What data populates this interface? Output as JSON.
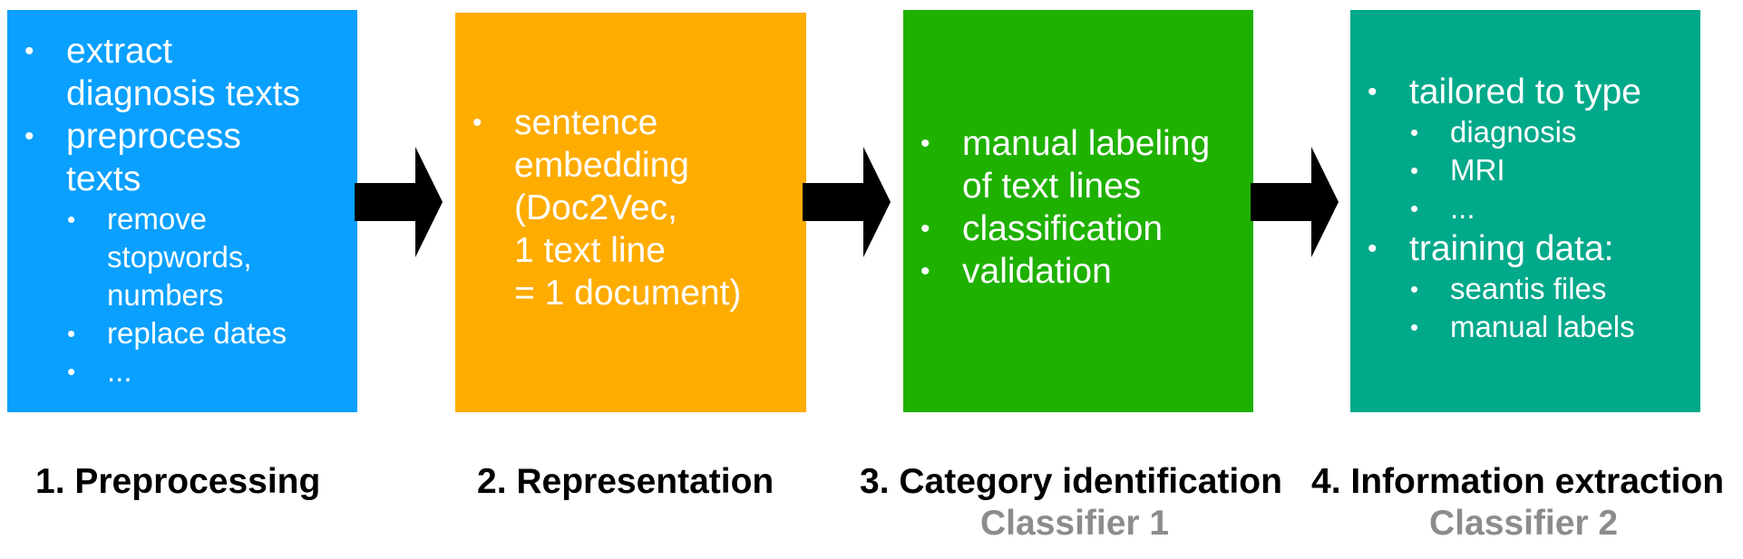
{
  "colors": {
    "preprocessing": "#0aa0ff",
    "representation": "#ffac00",
    "category": "#1fb100",
    "extraction": "#00a98a",
    "arrow": "#000000",
    "classifier_text": "#8c8c8c"
  },
  "box1": {
    "items": [
      {
        "text": "extract diagnosis texts"
      },
      {
        "text": "preprocess texts"
      },
      {
        "text": "remove stopwords, numbers",
        "sub": true
      },
      {
        "text": "replace dates",
        "sub": true
      },
      {
        "text": "...",
        "sub": true
      }
    ],
    "line_a": "extract",
    "line_b": "diagnosis texts",
    "line_c": "preprocess",
    "line_d": "texts",
    "sub_a": "remove",
    "sub_b": "stopwords,",
    "sub_c": "numbers",
    "sub_d": "replace dates",
    "sub_e": "..."
  },
  "box2": {
    "line_a": "sentence",
    "line_b": "embedding",
    "line_c": "(Doc2Vec,",
    "line_d": "1 text line",
    "line_e": "= 1 document)"
  },
  "box3": {
    "line_a": "manual labeling",
    "line_b": "of text lines",
    "line_c": "classification",
    "line_d": "validation"
  },
  "box4": {
    "line_a": "tailored to type",
    "sub_a": "diagnosis",
    "sub_b": "MRI",
    "sub_c": "...",
    "line_b": "training data:",
    "sub_d": "seantis files",
    "sub_e": "manual labels"
  },
  "steps": {
    "s1": "1. Preprocessing",
    "s2": "2. Representation",
    "s3": "3. Category identification",
    "s4": "4. Information extraction",
    "c1": "Classifier 1",
    "c2": "Classifier 2"
  }
}
